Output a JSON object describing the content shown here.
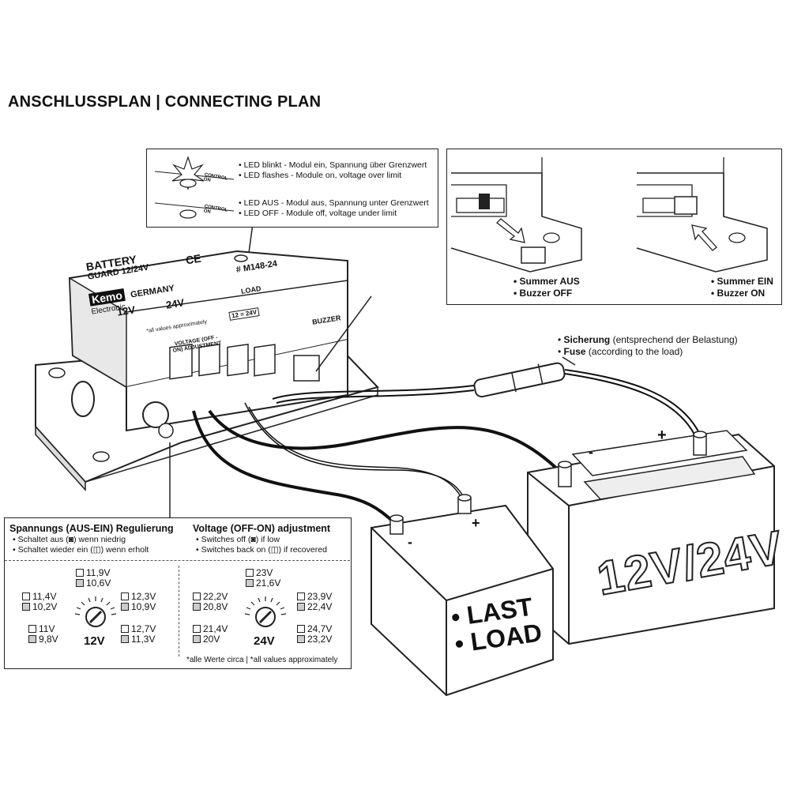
{
  "title": "ANSCHLUSSPLAN | CONNECTING PLAN",
  "led_box": {
    "blink": [
      "• LED blinkt - Modul ein, Spannung über Grenzwert",
      "• LED flashes - Module on, voltage over limit"
    ],
    "off": [
      "• LED AUS - Modul aus, Spannung unter Grenzwert",
      "• LED OFF - Module off, voltage under limit"
    ],
    "led_label_top": "CONTROL",
    "led_label_bottom": "ON"
  },
  "buzzer_box": {
    "off": [
      "• Summer AUS",
      "• Buzzer OFF"
    ],
    "on": [
      "• Summer EIN",
      "• Buzzer ON"
    ]
  },
  "fuse": {
    "de_bold": "Sicherung",
    "de_rest": " (entsprechend der Belastung)",
    "en_bold": "Fuse",
    "en_rest": " (according to the load)"
  },
  "module": {
    "name1": "BATTERY",
    "name2": "GUARD 12/24V",
    "brand": "Kemo",
    "brand_sub": "Electronic",
    "country": "GERMANY",
    "model": "# M148-24",
    "ce": "CE",
    "v12": "12V",
    "v24": "24V",
    "load": "LOAD",
    "load_inner": "12 = 24V",
    "buzzer": "BUZZER",
    "adj": "VOLTAGE (OFF - ON) ADJUSTMENT",
    "approx": "*all values approximately"
  },
  "adjust_box": {
    "title_de": "Spannungs (AUS-EIN) Regulierung",
    "sub_de": [
      "• Schaltet aus (◙) wenn niedrig",
      "• Schaltet wieder ein (◫) wenn erholt"
    ],
    "title_en": "Voltage (OFF-ON) adjustment",
    "sub_en": [
      "• Switches off (◙) if low",
      "• Switches back on (◫) if recovered"
    ],
    "dial12": {
      "label": "12V",
      "top": [
        "11,9V",
        "10,6V"
      ],
      "left1": [
        "11,4V",
        "10,2V"
      ],
      "right1": [
        "12,3V",
        "10,9V"
      ],
      "left2": [
        "11V",
        "9,8V"
      ],
      "right2": [
        "12,7V",
        "11,3V"
      ]
    },
    "dial24": {
      "label": "24V",
      "top": [
        "23V",
        "21,6V"
      ],
      "left1": [
        "22,2V",
        "20,8V"
      ],
      "right1": [
        "23,9V",
        "22,4V"
      ],
      "left2": [
        "21,4V",
        "20V"
      ],
      "right2": [
        "24,7V",
        "23,2V"
      ]
    },
    "footnote": "*alle Werte circa | *all values approximately"
  },
  "load_battery": {
    "line1": "• LAST",
    "line2": "• LOAD",
    "minus": "-",
    "plus": "+"
  },
  "main_battery": {
    "label": "12V/24V",
    "minus": "-",
    "plus": "+"
  }
}
